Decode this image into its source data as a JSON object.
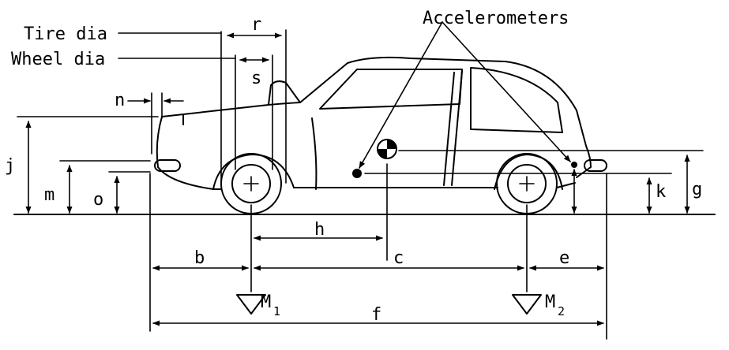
{
  "labels": {
    "accelerometers": "Accelerometers",
    "tire_dia": "Tire dia",
    "wheel_dia": "Wheel dia",
    "r": "r",
    "s": "s",
    "n": "n",
    "j": "j",
    "m": "m",
    "o": "o",
    "h": "h",
    "b": "b",
    "c": "c",
    "e": "e",
    "f": "f",
    "g": "g",
    "k": "k",
    "mass_front": "M",
    "mass_front_sub": "1",
    "mass_rear": "M",
    "mass_rear_sub": "2"
  }
}
